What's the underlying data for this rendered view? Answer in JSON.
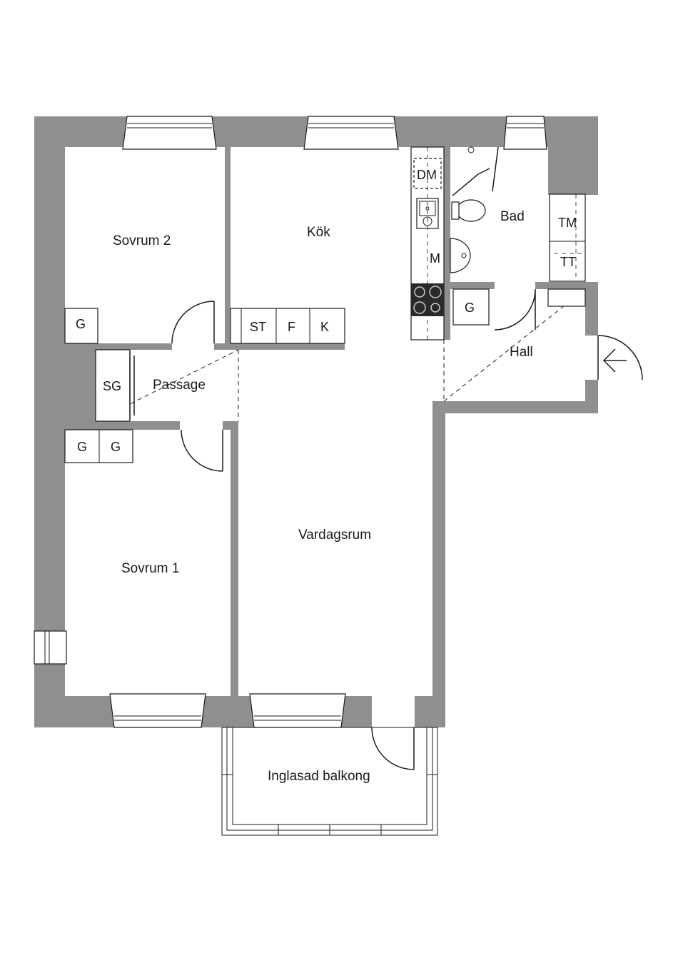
{
  "rooms": {
    "sovrum2": "Sovrum 2",
    "kok": "Kök",
    "bad": "Bad",
    "passage": "Passage",
    "hall": "Hall",
    "vardagsrum": "Vardagsrum",
    "sovrum1": "Sovrum 1",
    "balkong": "Inglasad balkong"
  },
  "fixtures": {
    "dm": "DM",
    "m": "M",
    "st": "ST",
    "f": "F",
    "k": "K",
    "g_sovrum2": "G",
    "g_bad": "G",
    "sg": "SG",
    "g_sovrum1_a": "G",
    "g_sovrum1_b": "G",
    "tm": "TM",
    "tt": "TT"
  },
  "icons": {
    "entrance": "arrow-left-icon"
  },
  "colors": {
    "wall": "#8f8f8f",
    "line": "#1a1a1a",
    "background": "#ffffff"
  }
}
